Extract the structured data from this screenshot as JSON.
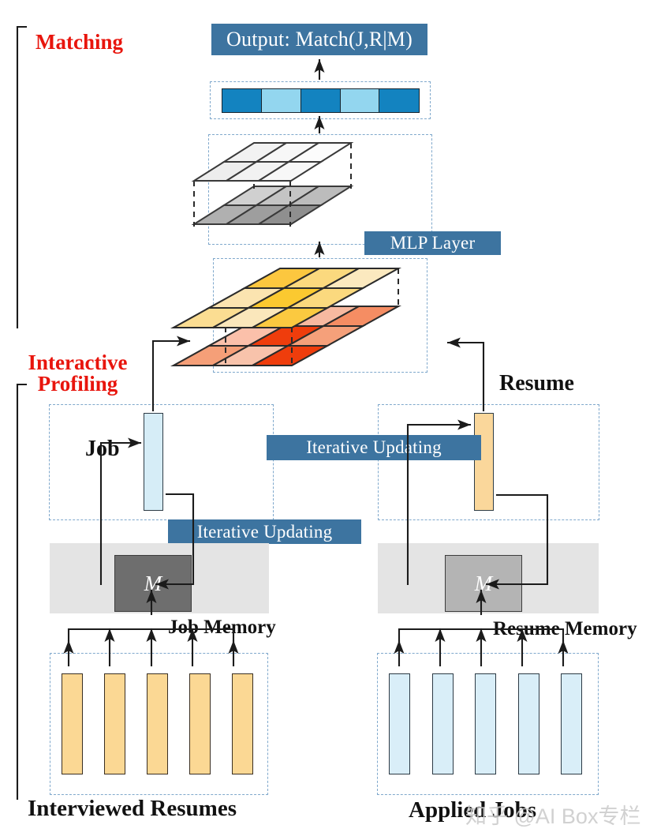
{
  "figure": {
    "type": "architecture-diagram",
    "title": "Person-Job Fit interactive profiling and matching architecture"
  },
  "sections": {
    "matching_label": "Matching",
    "profiling_label": "Interactive\nProfiling"
  },
  "badges": {
    "output": "Output: Match(J,R|M)",
    "mlp": "MLP Layer",
    "iterative_left": "Iterative Updating",
    "iterative_right": "Iterative Updating"
  },
  "output_vector": {
    "cells": [
      {
        "color": "#1383c0"
      },
      {
        "color": "#93d6ef"
      },
      {
        "color": "#1383c0"
      },
      {
        "color": "#93d6ef"
      },
      {
        "color": "#1383c0"
      }
    ]
  },
  "gray_stack": {
    "rows": 2,
    "cols": 3,
    "layers": [
      {
        "name": "top",
        "cells": [
          "#f2f2f2",
          "#f7f7f7",
          "#fcfcfc",
          "#ededed",
          "#f2f2f2",
          "#f7f7f7"
        ]
      },
      {
        "name": "bottom",
        "cells": [
          "#d0d0d0",
          "#c4c4c4",
          "#bcbcbc",
          "#b0b0b0",
          "#9e9e9e",
          "#8f8f8f"
        ]
      }
    ]
  },
  "orange_stack": {
    "rows": 3,
    "cols": 3,
    "layers": [
      {
        "name": "top",
        "cells": [
          "#fcc73f",
          "#fbd97e",
          "#fbe9bf",
          "#fbe4b0",
          "#fbc930",
          "#fbd97e",
          "#fbdd92",
          "#fae7bb",
          "#fbc940"
        ]
      },
      {
        "name": "bottom",
        "cells": [
          "#f59f78",
          "#f7b9a0",
          "#f58d63",
          "#fbc0aa",
          "#ef3d0c",
          "#f5a07a",
          "#f59f78",
          "#f8c3ab",
          "#ef3d0c"
        ]
      }
    ]
  },
  "profiling": {
    "left": {
      "caption": "Job",
      "bar_color": "#d6edf7",
      "memory_label": "Job Memory",
      "memory_symbol": "M",
      "memory_color": "#6e6e6e"
    },
    "right": {
      "caption": "Resume",
      "bar_color": "#fad79b",
      "memory_label": "Resume Memory",
      "memory_symbol": "M",
      "memory_color": "#b4b4b4"
    }
  },
  "inputs": {
    "left": {
      "caption": "Interviewed Resumes",
      "bar_color": "#fbd894",
      "count": 5
    },
    "right": {
      "caption": "Applied Jobs",
      "bar_color": "#d9eef8",
      "count": 5
    }
  },
  "watermark": {
    "text": "知乎 @AI Box专栏"
  },
  "colors": {
    "accent_red": "#e8150d",
    "badge_blue": "#3d74a0",
    "dash_blue": "#7fa8cc",
    "stroke": "#2e3c46"
  }
}
